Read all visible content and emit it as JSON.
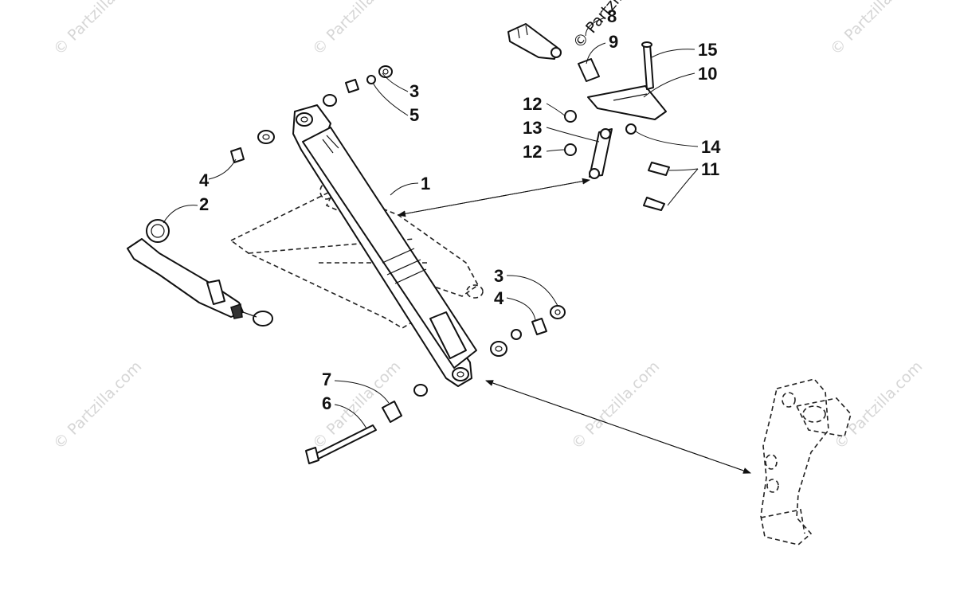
{
  "diagram": {
    "callouts": {
      "c1": "1",
      "c2": "2",
      "c3a": "3",
      "c3b": "3",
      "c4a": "4",
      "c4b": "4",
      "c5": "5",
      "c6": "6",
      "c7": "7",
      "c8": "8",
      "c9": "9",
      "c10": "10",
      "c11": "11",
      "c12a": "12",
      "c12b": "12",
      "c13": "13",
      "c14": "14",
      "c15": "15"
    },
    "watermark": "© Partzilla.com"
  }
}
